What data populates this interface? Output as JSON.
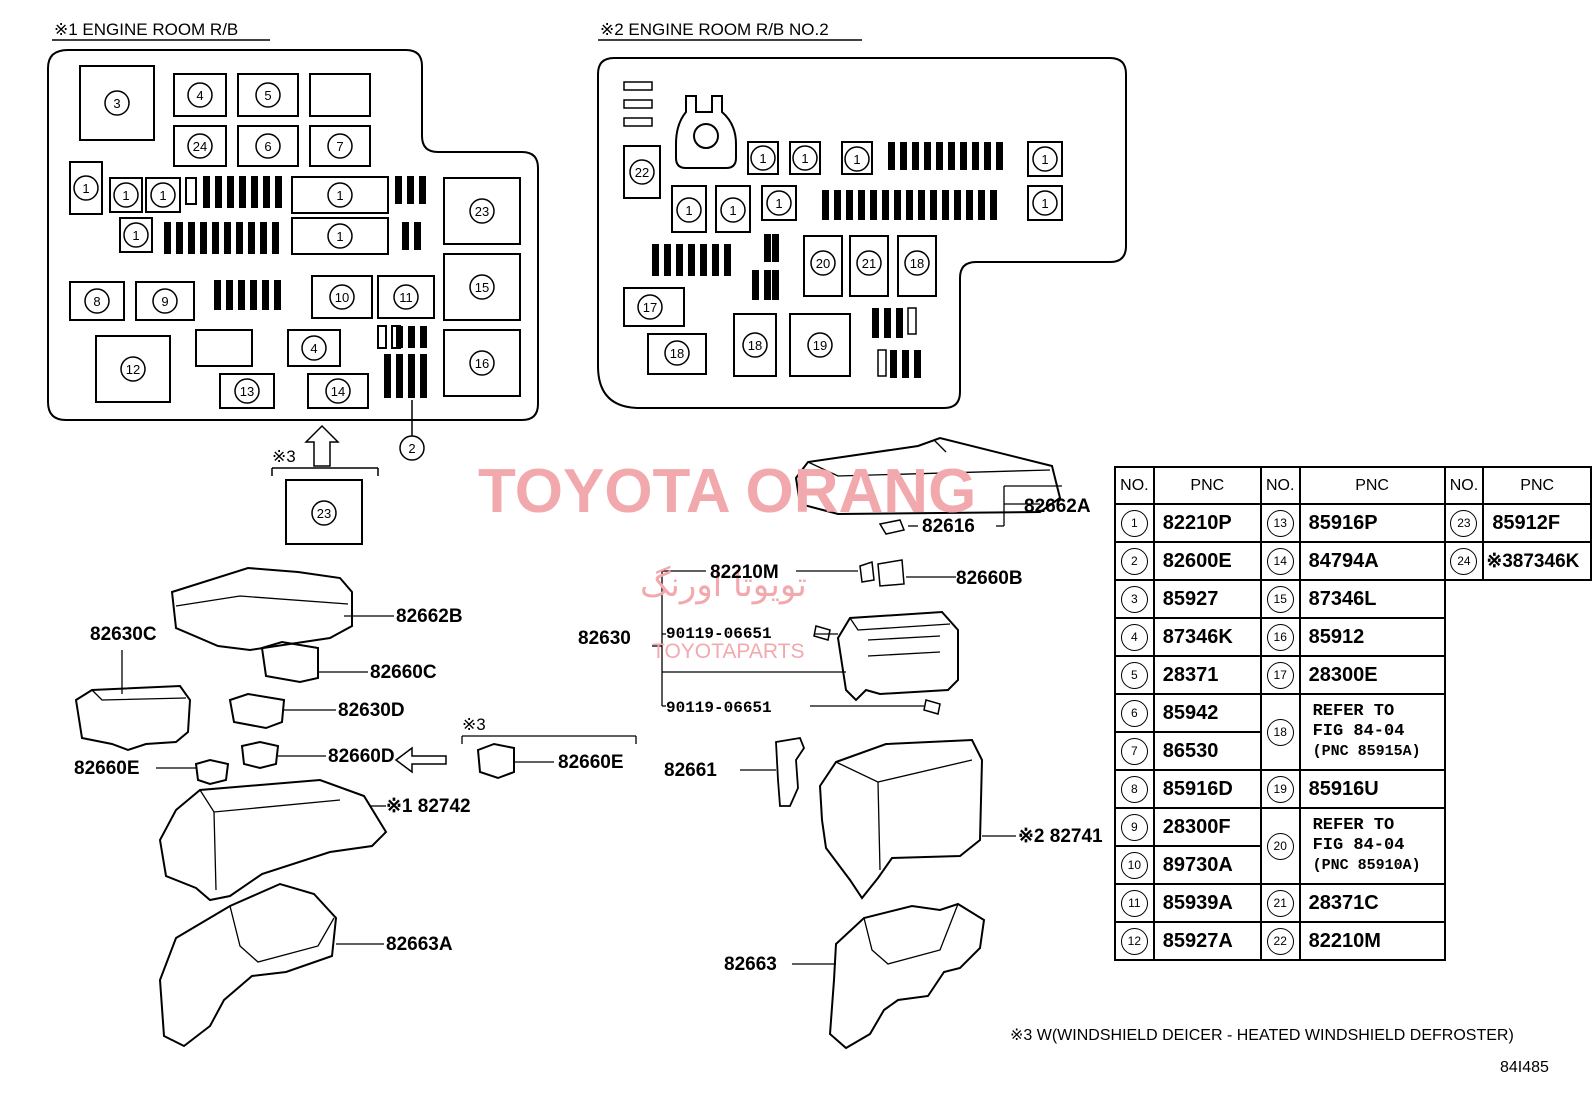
{
  "titles": {
    "engine_room_rb": "※1 ENGINE ROOM R/B",
    "engine_room_rb_no2": "※2 ENGINE ROOM R/B NO.2"
  },
  "watermark": {
    "brand": "TOYOTA ORANG",
    "arabic": "تویوتا اورنگ",
    "url": "TOYOTAPARTS"
  },
  "box1_positions": [
    "3",
    "4",
    "5",
    "24",
    "6",
    "7",
    "1",
    "1",
    "1",
    "1",
    "1",
    "1",
    "23",
    "8",
    "9",
    "10",
    "11",
    "15",
    "12",
    "4",
    "16",
    "13",
    "14",
    "2"
  ],
  "box2_positions": [
    "22",
    "1",
    "1",
    "1",
    "1",
    "1",
    "1",
    "1",
    "1",
    "20",
    "21",
    "18",
    "17",
    "18",
    "18",
    "19"
  ],
  "mark3": {
    "label": "※3",
    "position": "23"
  },
  "part_labels": {
    "p82662A": "82662A",
    "p82616": "82616",
    "p82210M": "82210M",
    "p82660B": "82660B",
    "p82630": "82630",
    "p90119a": "90119-06651",
    "p90119b": "90119-06651",
    "p82661": "82661",
    "p82741": "※2 82741",
    "p82663": "82663",
    "p82662B": "82662B",
    "p82630C": "82630C",
    "p82660C": "82660C",
    "p82630D": "82630D",
    "p82660D": "82660D",
    "p82660E_left": "82660E",
    "p82660E_right": "82660E",
    "p82742": "※1 82742",
    "p82663A": "82663A",
    "mark3_small": "※3"
  },
  "table": {
    "headers": [
      "NO.",
      "PNC",
      "NO.",
      "PNC",
      "NO.",
      "PNC"
    ],
    "col1": [
      {
        "no": "1",
        "pnc": "82210P"
      },
      {
        "no": "2",
        "pnc": "82600E"
      },
      {
        "no": "3",
        "pnc": "85927"
      },
      {
        "no": "4",
        "pnc": "87346K"
      },
      {
        "no": "5",
        "pnc": "28371"
      },
      {
        "no": "6",
        "pnc": "85942"
      },
      {
        "no": "7",
        "pnc": "86530"
      },
      {
        "no": "8",
        "pnc": "85916D"
      },
      {
        "no": "9",
        "pnc": "28300F"
      },
      {
        "no": "10",
        "pnc": "89730A"
      },
      {
        "no": "11",
        "pnc": "85939A"
      },
      {
        "no": "12",
        "pnc": "85927A"
      }
    ],
    "col2": [
      {
        "no": "13",
        "pnc": "85916P"
      },
      {
        "no": "14",
        "pnc": "84794A"
      },
      {
        "no": "15",
        "pnc": "87346L"
      },
      {
        "no": "16",
        "pnc": "85912"
      },
      {
        "no": "17",
        "pnc": "28300E"
      },
      {
        "no": "18",
        "ref1": "REFER TO",
        "ref2": "FIG 84-04",
        "ref3": "(PNC 85915A)"
      },
      {
        "no": "19",
        "pnc": "85916U"
      },
      {
        "no": "20",
        "ref1": "REFER TO",
        "ref2": "FIG 84-04",
        "ref3": "(PNC 85910A)"
      },
      {
        "no": "21",
        "pnc": "28371C"
      },
      {
        "no": "22",
        "pnc": "82210M"
      }
    ],
    "col3": [
      {
        "no": "23",
        "pnc": "85912F"
      },
      {
        "no": "24",
        "pnc": "※387346K"
      }
    ]
  },
  "footnote": "※3 W(WINDSHIELD DEICER - HEATED WINDSHIELD DEFROSTER)",
  "figure_code": "84I485"
}
